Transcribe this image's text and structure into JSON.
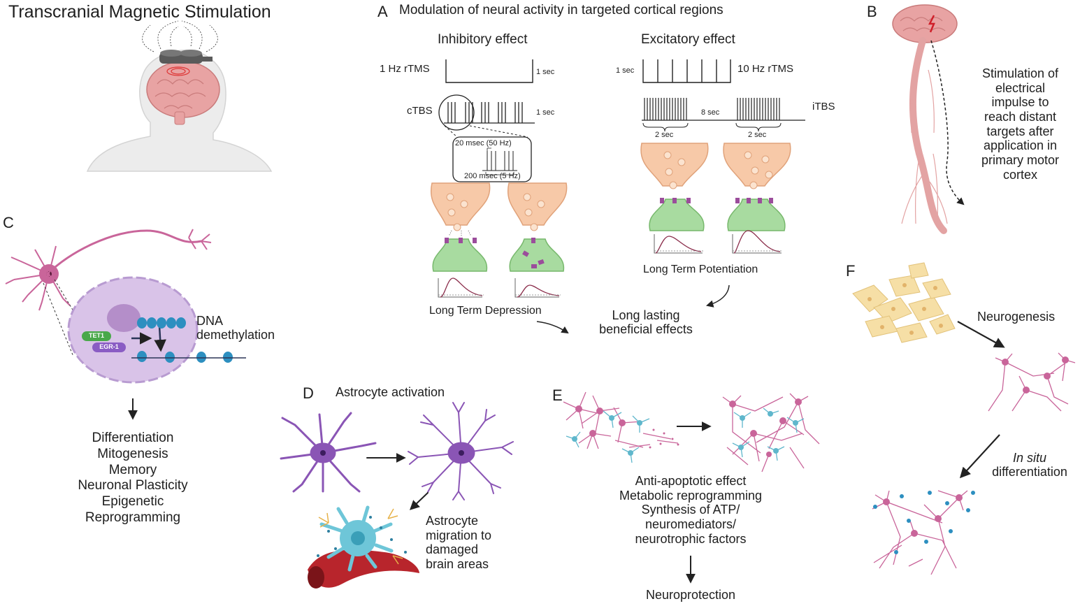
{
  "title": "Transcranial Magnetic Stimulation",
  "panel_labels": {
    "a": "A",
    "b": "B",
    "c": "C",
    "d": "D",
    "e": "E",
    "f": "F"
  },
  "panel_a": {
    "heading": "Modulation of neural activity in targeted cortical regions",
    "inhibitory_heading": "Inhibitory effect",
    "excitatory_heading": "Excitatory effect",
    "rtms_1hz": "1 Hz rTMS",
    "one_sec_a": "1 sec",
    "ctbs": "cTBS",
    "one_sec_b": "1 sec",
    "one_sec_c": "1 sec",
    "rtms_10hz": "10 Hz rTMS",
    "itbs": "iTBS",
    "eight_sec": "8 sec",
    "two_sec_a": "2 sec",
    "two_sec_b": "2 sec",
    "inset_top": "20 msec (50 Hz)",
    "inset_bottom": "200 msec (5 Hz)",
    "ltd": "Long Term Depression",
    "ltp": "Long Term Potentiation",
    "lasting_1": "Long lasting",
    "lasting_2": "beneficial effects"
  },
  "panel_b": {
    "text": [
      "Stimulation of",
      "electrical",
      "impulse to",
      "reach distant",
      "targets after",
      "application in",
      "primary motor",
      "cortex"
    ]
  },
  "panel_c": {
    "tet1": "TET1",
    "egr1": "EGR-1",
    "dna_1": "DNA",
    "dna_2": "demethylation",
    "outcomes": [
      "Differentiation",
      "Mitogenesis",
      "Memory",
      "Neuronal Plasticity",
      "Epigenetic",
      "Reprogramming"
    ]
  },
  "panel_d": {
    "heading": "Astrocyte activation",
    "migration": [
      "Astrocyte",
      "migration to",
      "damaged",
      "brain areas"
    ]
  },
  "panel_e": {
    "effects": [
      "Anti-apoptotic effect",
      "Metabolic reprogramming",
      "Synthesis of ATP/",
      "neuromediators/",
      "neurotrophic factors"
    ],
    "neuroprotection": "Neuroprotection"
  },
  "panel_f": {
    "neurogenesis": "Neurogenesis",
    "insitu_1": "In situ",
    "insitu_2": "differentiation"
  },
  "colors": {
    "presynaptic": "#f7c9a8",
    "postsynaptic": "#a8dba0",
    "receptor": "#9b4d9b",
    "neuron": "#c9659a",
    "astrocyte": "#8a55b5",
    "nucleus": "#d9c3e8",
    "tet1": "#49a84a",
    "egr1": "#8a5cc4",
    "nucleosome": "#2d8fc0",
    "brain": "#e8a3a3",
    "precursor": "#f6dfa6",
    "glia_cyan": "#5fb7cc"
  }
}
